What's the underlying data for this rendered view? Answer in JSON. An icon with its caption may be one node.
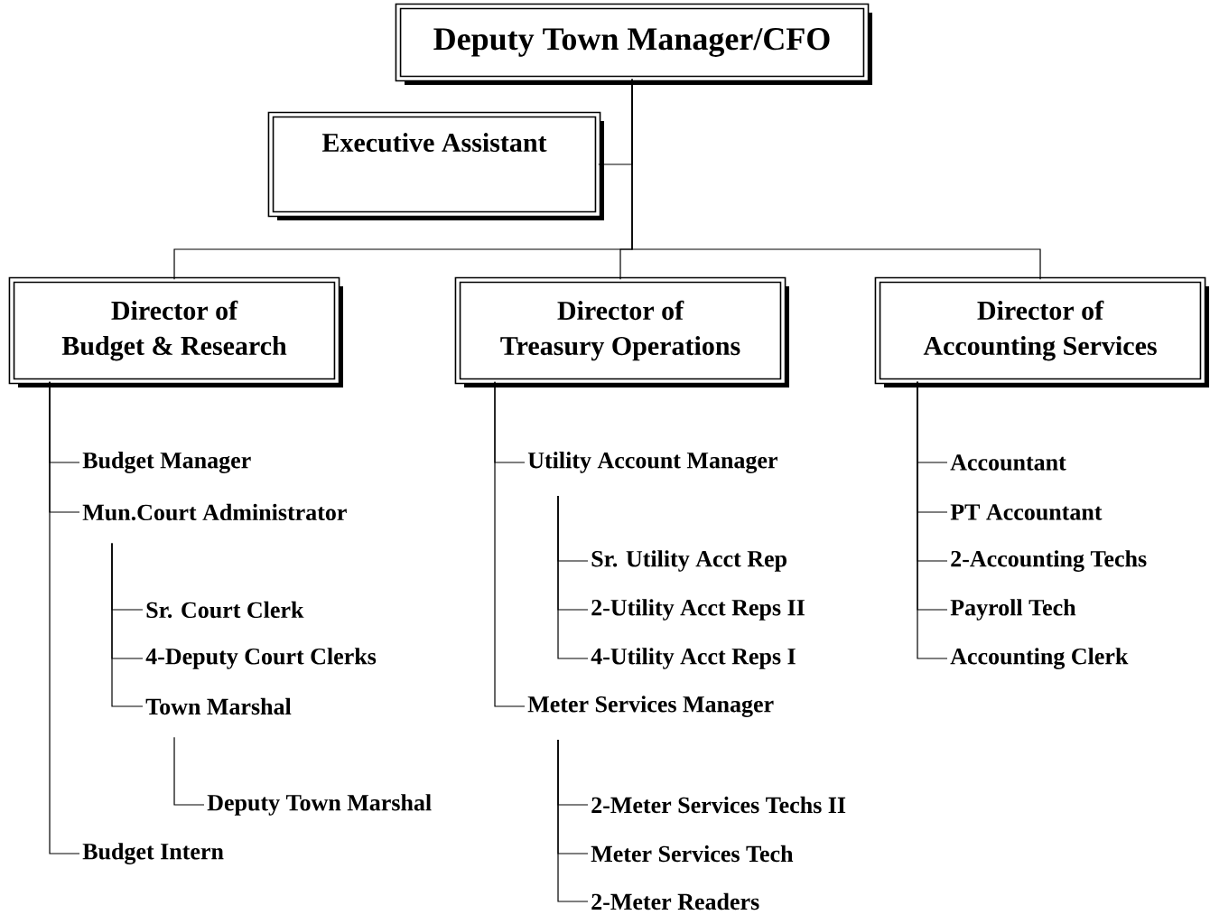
{
  "diagram": {
    "nodes": [
      {
        "text": [
          "Deputy Town Manager/CFO"
        ]
      },
      {
        "text": [
          "Executive Assistant"
        ]
      },
      {
        "text": [
          "Director of",
          "Budget & Research"
        ]
      },
      {
        "text": [
          "Director of",
          "Treasury Operations"
        ]
      },
      {
        "text": [
          "Director of",
          "Accounting Services"
        ]
      },
      {
        "text": [
          "Budget Manager"
        ]
      },
      {
        "text": [
          "Mun.Court Administrator"
        ]
      },
      {
        "text": [
          "Sr. Court Clerk"
        ]
      },
      {
        "text": [
          "4-Deputy Court Clerks"
        ]
      },
      {
        "text": [
          "Town Marshal"
        ]
      },
      {
        "text": [
          "Deputy Town Marshal"
        ]
      },
      {
        "text": [
          "Budget Intern"
        ]
      },
      {
        "text": [
          "Utility Account Manager"
        ]
      },
      {
        "text": [
          "Sr. Utility Acct Rep"
        ]
      },
      {
        "text": [
          "2-Utility Acct Reps II"
        ]
      },
      {
        "text": [
          "4-Utility Acct Reps I"
        ]
      },
      {
        "text": [
          "Meter Services Manager"
        ]
      },
      {
        "text": [
          "2-Meter Services Techs II"
        ]
      },
      {
        "text": [
          "Meter Services Tech"
        ]
      },
      {
        "text": [
          "2-Meter Readers"
        ]
      },
      {
        "text": [
          "Accountant"
        ]
      },
      {
        "text": [
          "PT Accountant"
        ]
      },
      {
        "text": [
          "2-Accounting Techs"
        ]
      },
      {
        "text": [
          "Payroll Tech"
        ]
      },
      {
        "text": [
          "Accounting Clerk"
        ]
      }
    ],
    "edges": [
      {
        "from": 0,
        "to": 1,
        "arrow": "none"
      },
      {
        "from": 0,
        "to": 2,
        "arrow": "none"
      },
      {
        "from": 0,
        "to": 3,
        "arrow": "none"
      },
      {
        "from": 0,
        "to": 4,
        "arrow": "none"
      },
      {
        "from": 2,
        "to": 5,
        "arrow": "none"
      },
      {
        "from": 2,
        "to": 6,
        "arrow": "none"
      },
      {
        "from": 6,
        "to": 7,
        "arrow": "none"
      },
      {
        "from": 6,
        "to": 8,
        "arrow": "none"
      },
      {
        "from": 6,
        "to": 9,
        "arrow": "none"
      },
      {
        "from": 9,
        "to": 10,
        "arrow": "none"
      },
      {
        "from": 2,
        "to": 11,
        "arrow": "none"
      },
      {
        "from": 3,
        "to": 12,
        "arrow": "none"
      },
      {
        "from": 12,
        "to": 13,
        "arrow": "none"
      },
      {
        "from": 12,
        "to": 14,
        "arrow": "none"
      },
      {
        "from": 12,
        "to": 15,
        "arrow": "none"
      },
      {
        "from": 3,
        "to": 16,
        "arrow": "none"
      },
      {
        "from": 16,
        "to": 17,
        "arrow": "none"
      },
      {
        "from": 16,
        "to": 18,
        "arrow": "none"
      },
      {
        "from": 16,
        "to": 19,
        "arrow": "none"
      },
      {
        "from": 4,
        "to": 20,
        "arrow": "none"
      },
      {
        "from": 4,
        "to": 21,
        "arrow": "none"
      },
      {
        "from": 4,
        "to": 22,
        "arrow": "none"
      },
      {
        "from": 4,
        "to": 23,
        "arrow": "none"
      },
      {
        "from": 4,
        "to": 24,
        "arrow": "none"
      }
    ]
  }
}
